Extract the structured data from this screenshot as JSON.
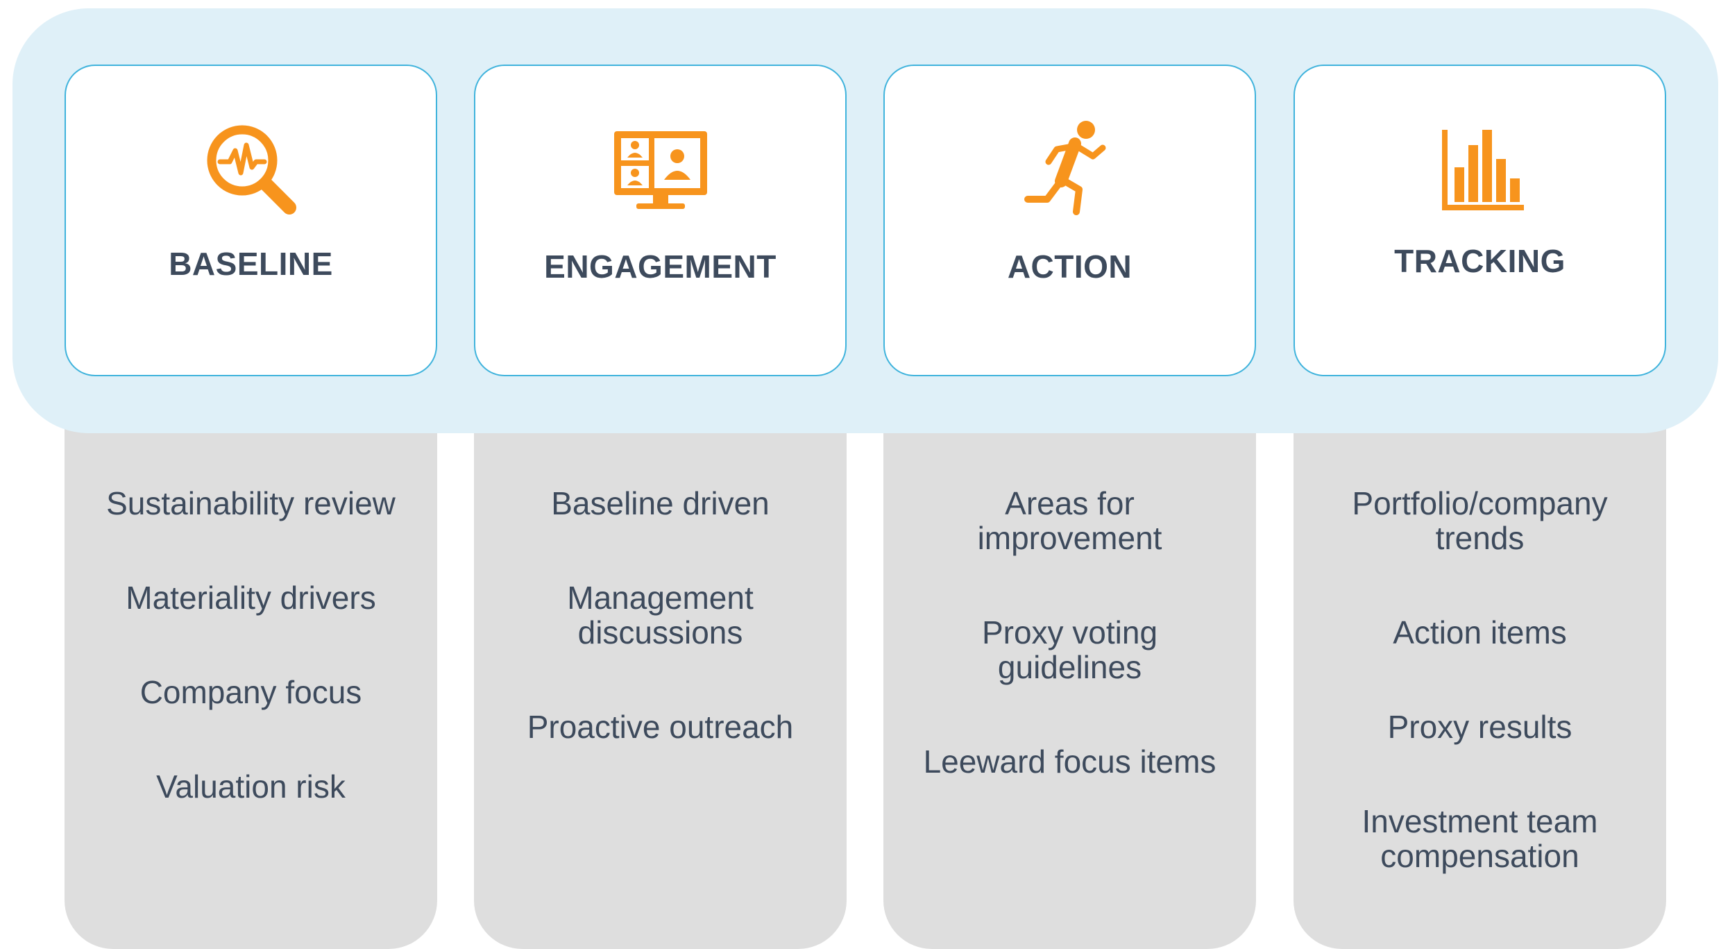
{
  "colors": {
    "accent": "#f7941d",
    "border": "#3fb3dc",
    "band": "#dff0f8",
    "panel": "#dedede",
    "text": "#3d4a5c"
  },
  "columns": [
    {
      "title": "BASELINE",
      "icon": "magnifier-pulse-icon",
      "items": [
        "Sustainability review",
        "Materiality drivers",
        "Company focus",
        "Valuation risk"
      ]
    },
    {
      "title": "ENGAGEMENT",
      "icon": "video-conference-icon",
      "items": [
        "Baseline driven",
        "Management\ndiscussions",
        "Proactive outreach"
      ]
    },
    {
      "title": "ACTION",
      "icon": "running-person-icon",
      "items": [
        "Areas for\nimprovement",
        "Proxy voting\nguidelines",
        "Leeward focus items"
      ]
    },
    {
      "title": "TRACKING",
      "icon": "bar-chart-icon",
      "items": [
        "Portfolio/company\ntrends",
        "Action items",
        "Proxy results",
        "Investment team\ncompensation"
      ]
    }
  ]
}
